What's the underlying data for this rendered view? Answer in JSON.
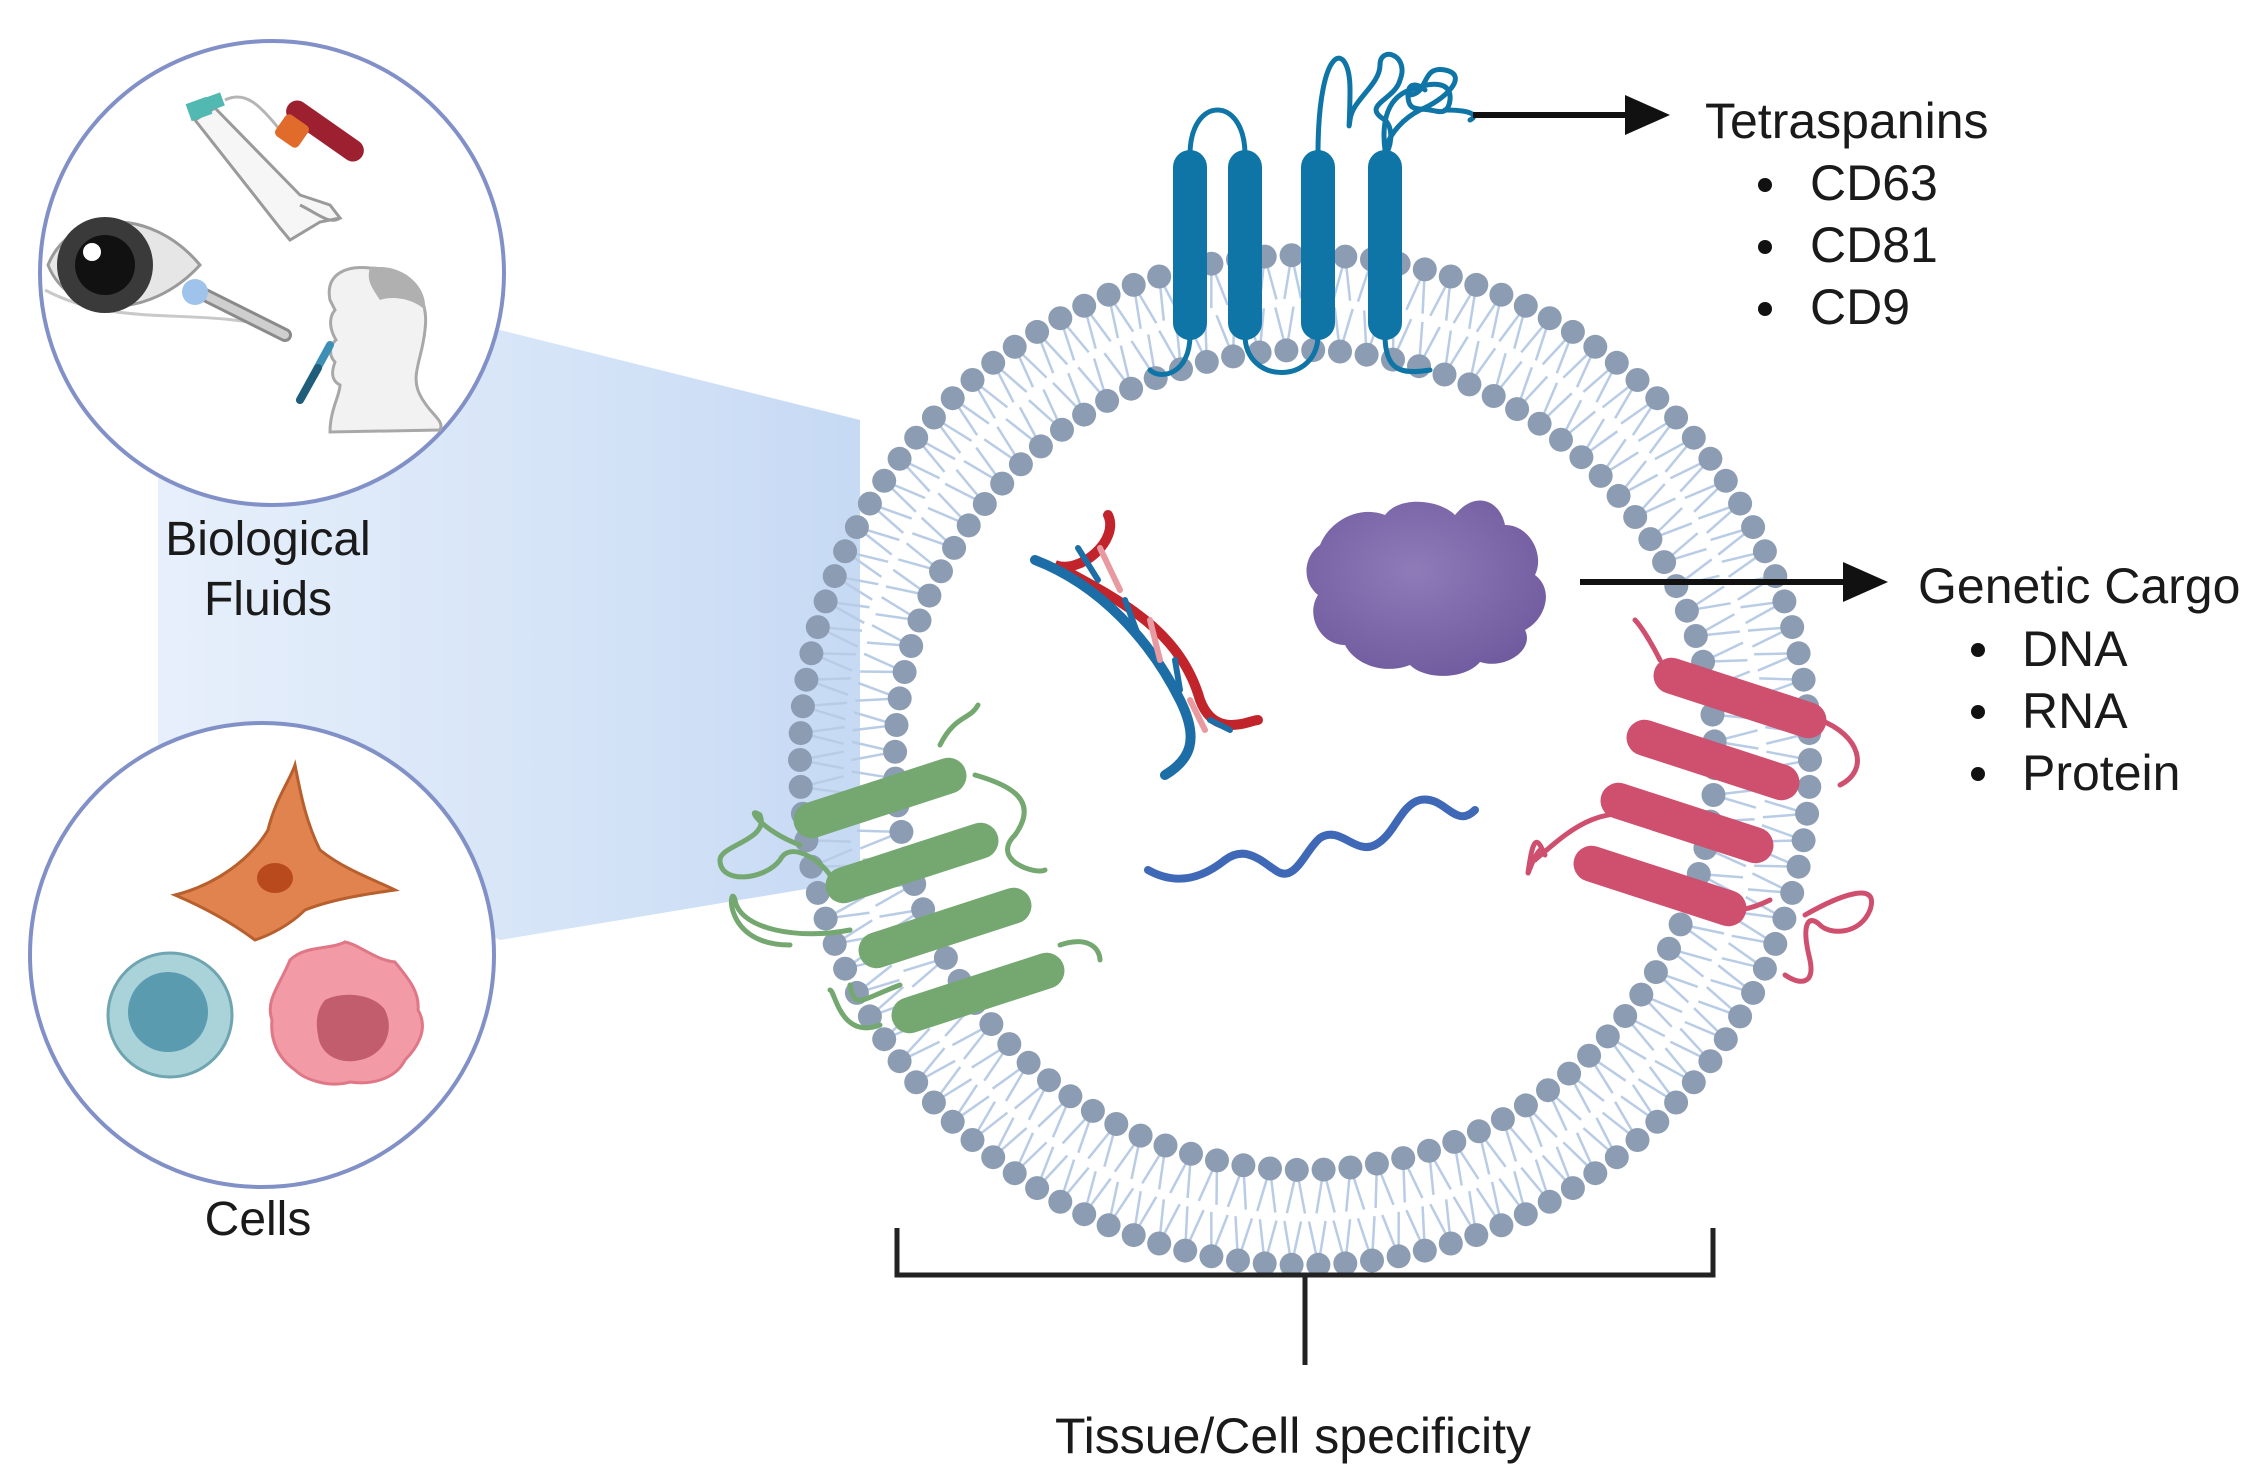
{
  "labels": {
    "biological_fluids": [
      "Biological",
      "Fluids"
    ],
    "cells": "Cells",
    "tissue_specificity": "Tissue/Cell specificity"
  },
  "tetraspanins": {
    "title": "Tetraspanins",
    "items": [
      "CD63",
      "CD81",
      "CD9"
    ]
  },
  "genetic_cargo": {
    "title": "Genetic Cargo",
    "items": [
      "DNA",
      "RNA",
      "Protein"
    ]
  },
  "colors": {
    "tetraspanin": "#0f75a6",
    "protein_green": "#74a870",
    "protein_pink": "#cf4f6e",
    "lipid_head": "#8c9db3",
    "lipid_tail": "#b9cce6",
    "protein_blob": "#7e68a8",
    "rna": "#3f68b7",
    "dna_red": "#c2242b",
    "dna_blue": "#1d6ea6",
    "circle_border": "#8290c8",
    "funnel": "#cfe0f7",
    "arrow": "#111111"
  }
}
